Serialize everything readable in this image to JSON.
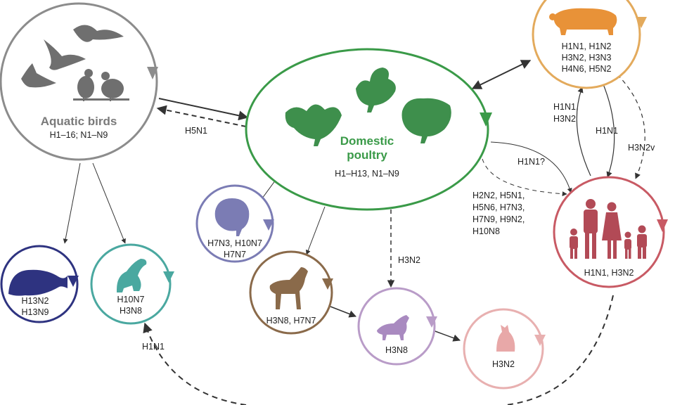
{
  "colors": {
    "aquatic": "#8c8c8c",
    "poultry": "#3a9a48",
    "swine": "#e3aa5c",
    "human": "#c85a64",
    "turkey": "#7b7cb4",
    "whale": "#2e3380",
    "seal": "#4aa8a0",
    "horse": "#8a6a4a",
    "dog": "#b99cc8",
    "cat": "#e8b0b0",
    "arrow": "#333333"
  },
  "nodes": {
    "aquatic": {
      "title": "Aquatic birds",
      "subtypes": "H1–16; N1–N9",
      "icon": "waterfowl-icon"
    },
    "poultry": {
      "title_line1": "Domestic",
      "title_line2": "poultry",
      "subtypes": "H1–H13, N1–N9",
      "icon": "rooster-duck-chicken-icon"
    },
    "swine": {
      "lines": [
        "H1N1, H1N2",
        "H3N2, H3N3",
        "H4N6, H5N2"
      ],
      "icon": "pig-icon"
    },
    "human": {
      "lines": [
        "H1N1, H3N2"
      ],
      "icon": "family-icon"
    },
    "turkey": {
      "lines": [
        "H7N3, H10N7",
        "H7N7"
      ],
      "icon": "turkey-icon"
    },
    "whale": {
      "lines": [
        "H13N2",
        "H13N9"
      ],
      "icon": "whale-icon"
    },
    "seal": {
      "lines": [
        "H10N7",
        "H3N8"
      ],
      "icon": "seal-icon"
    },
    "horse": {
      "lines": [
        "H3N8, H7N7"
      ],
      "icon": "horse-icon"
    },
    "dog": {
      "lines": [
        "H3N8"
      ],
      "icon": "dog-icon"
    },
    "cat": {
      "lines": [
        "H3N2"
      ],
      "icon": "cat-icon"
    }
  },
  "edge_labels": {
    "aquatic_poultry": "H5N1",
    "poultry_human_uncertain": "H1N1?",
    "poultry_human_list": [
      "H2N2, H5N1,",
      "H5N6, H7N3,",
      "H7N9, H9N2,",
      "H10N8"
    ],
    "human_swine_left": [
      "H1N1,",
      "H3N2"
    ],
    "swine_human_mid": "H1N1",
    "swine_human_right": "H3N2v",
    "poultry_dog": "H3N2",
    "human_seal": "H1N1"
  }
}
